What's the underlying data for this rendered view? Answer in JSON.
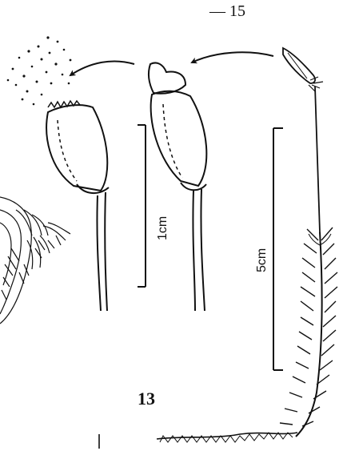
{
  "page": {
    "number": "— 15"
  },
  "figure": {
    "label": "13",
    "scale_small": "1cm",
    "scale_large": "5cm"
  },
  "colors": {
    "ink": "#111111",
    "paper": "#ffffff"
  }
}
